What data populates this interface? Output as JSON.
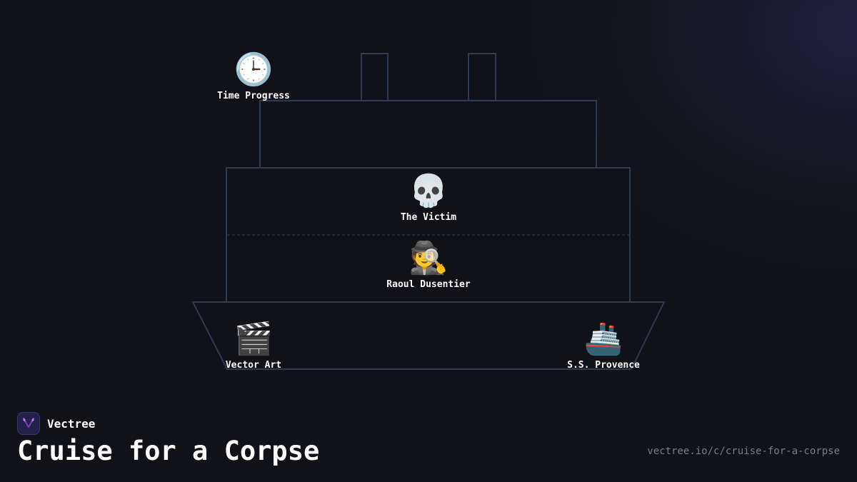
{
  "nodes": {
    "time_progress": {
      "icon": "clock-icon",
      "emoji": "🕒",
      "label": "Time Progress"
    },
    "victim": {
      "icon": "skull-icon",
      "emoji": "💀",
      "label": "The Victim"
    },
    "detective": {
      "icon": "detective-icon",
      "emoji": "🕵️",
      "label": "Raoul Dusentier"
    },
    "vector_art": {
      "icon": "clapper-board-icon",
      "emoji": "🎬",
      "label": "Vector Art"
    },
    "ship": {
      "icon": "ship-icon",
      "emoji": "🚢",
      "label": "S.S. Provence"
    }
  },
  "brand": {
    "name": "Vectree",
    "logo_icon": "vectree-logo-icon"
  },
  "title": "Cruise for a Corpse",
  "url": "vectree.io/c/cruise-for-a-corpse",
  "colors": {
    "background": "#111118",
    "outline": "#2e3a55",
    "divider": "#3a3a48",
    "brand_accent": "#a24de0",
    "url_text": "#7a7a85"
  }
}
